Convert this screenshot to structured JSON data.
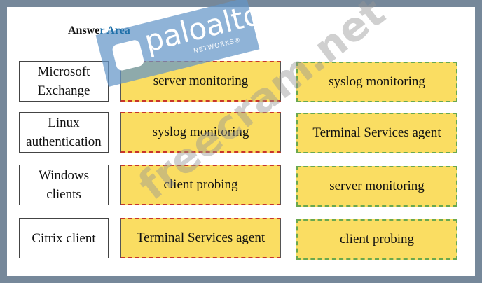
{
  "title": {
    "part1": "Answe",
    "part2": "r Area"
  },
  "rows": [
    {
      "label": "Microsoft Exchange",
      "answer": "server monitoring",
      "option": "syslog monitoring"
    },
    {
      "label": "Linux authentication",
      "answer": "syslog monitoring",
      "option": "Terminal Services agent"
    },
    {
      "label": "Windows clients",
      "answer": "client probing",
      "option": "server monitoring"
    },
    {
      "label": "Citrix client",
      "answer": "Terminal Services agent",
      "option": "client probing"
    }
  ],
  "watermarks": {
    "logo": "paloalto",
    "logo_sub": "NETWORKS®",
    "site": "freecram.net"
  },
  "colors": {
    "frame": "#76889a",
    "box_fill": "#fadd62",
    "answer_border": "#c8352a",
    "option_border": "#6aa84f"
  }
}
